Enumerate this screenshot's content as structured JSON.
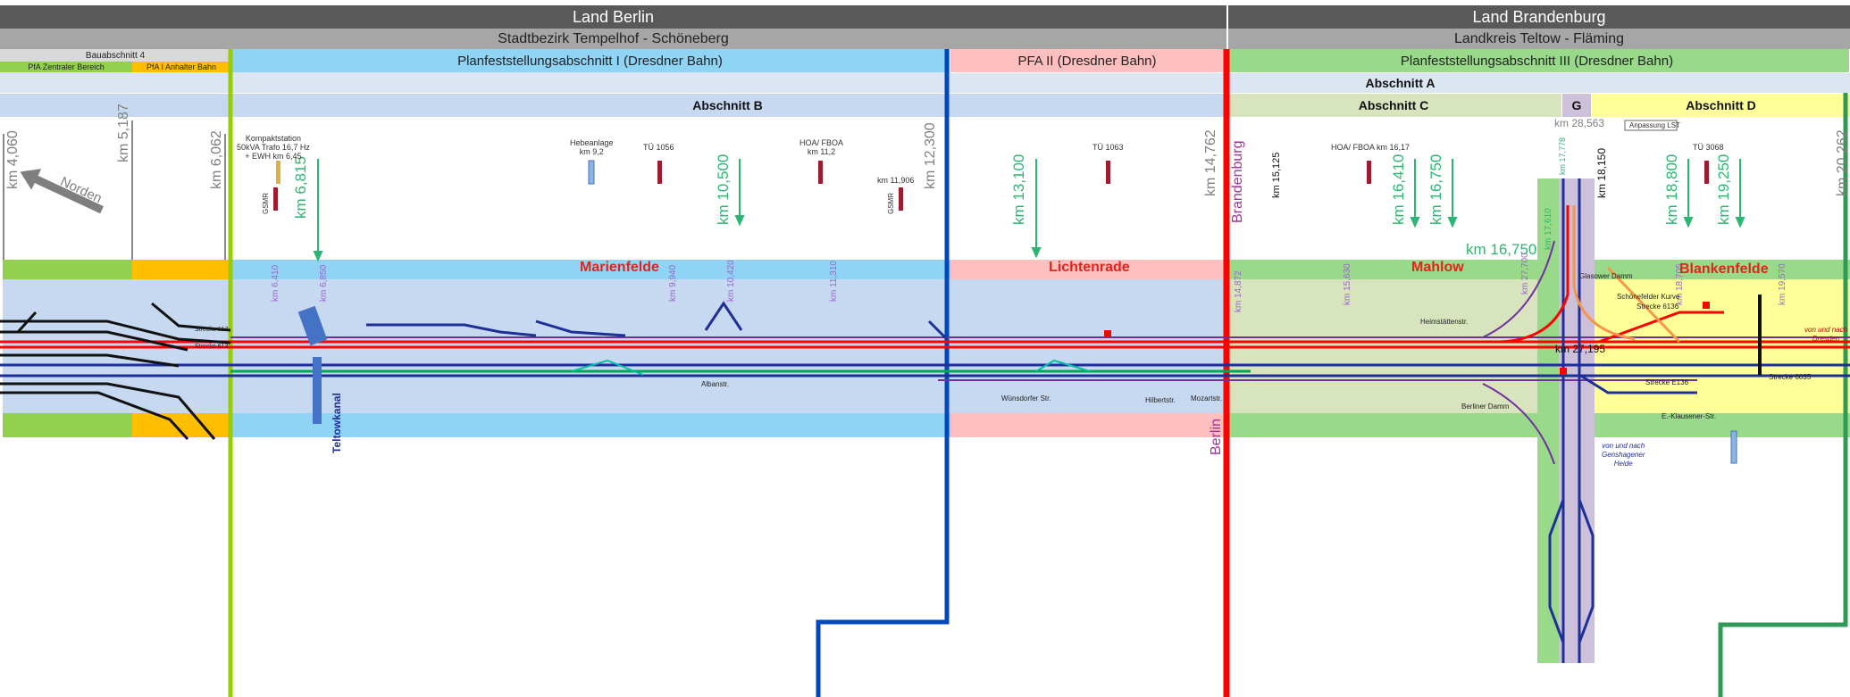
{
  "header": {
    "state_left": "Land Berlin",
    "state_right": "Land Brandenburg",
    "district_left": "Stadtbezirk Tempelhof - Schöneberg",
    "district_right": "Landkreis Teltow - Fläming"
  },
  "pfa": {
    "bauabschnitt": "Bauabschnitt 4",
    "pfa_zentraler": "PfA Zentraler Bereich",
    "pfa_anhalter": "PfA I Anhalter Bahn",
    "pfa1": "Planfeststellungsabschnitt I (Dresdner Bahn)",
    "pfa2": "PFA II (Dresdner Bahn)",
    "pfa3": "Planfeststellungsabschnitt III (Dresdner Bahn)"
  },
  "sections": {
    "a": "Abschnitt A",
    "b": "Abschnitt B",
    "c": "Abschnitt C",
    "g": "G",
    "d": "Abschnitt D"
  },
  "km_grey": {
    "k4060": "km 4,060",
    "k5187": "km 5,187",
    "k6062": "km 6,062",
    "k12300": "km 12,300",
    "k14762": "km 14,762",
    "k28563": "km 28,563",
    "k20262": "km 20,262"
  },
  "km_green": {
    "k6815": "km 6,815",
    "k10500": "km 10,500",
    "k13100": "km 13,100",
    "k16410": "km 16,410",
    "k16750": "km 16,750",
    "k16750h": "km 16,750",
    "k18800": "km 18,800",
    "k19250": "km 19,250",
    "k17778": "km 17,778",
    "k17610": "km 17,610"
  },
  "km_purple": {
    "k6410": "km 6,410",
    "k6850": "km 6,850",
    "k9940": "km 9,940",
    "k10420": "km 10,420",
    "k11310": "km 11,310",
    "k14872": "km 14,872",
    "k15630": "km 15,630",
    "k27700": "km 27,700",
    "k18705": "km 18,705",
    "k19570": "km 19,570"
  },
  "km_black": {
    "k15125": "km 15,125",
    "k18150": "km 18,150",
    "k27195": "km 27,195",
    "k11906": "km 11,906"
  },
  "notes": {
    "kompakt": "Kompaktstation\n50kVA Trafo 16,7 Hz\n+ EWH km 6,45",
    "hebeanlage": "Hebeanlage\nkm 9,2",
    "tu1056": "TÜ 1056",
    "hoa1": "HOA/ FBOA\nkm 11,2",
    "tu1063": "TÜ 1063",
    "hoa2": "HOA/ FBOA km 16,17",
    "tu3068": "TÜ 3068",
    "anpassung": "Anpassung LST",
    "gsmr": "GSMR",
    "norden": "Norden"
  },
  "places": {
    "marienfelde": "Marienfelde",
    "lichtenrade": "Lichtenrade",
    "mahlow": "Mahlow",
    "blankenfelde": "Blankenfelde",
    "brandenburg": "Brandenburg",
    "berlin": "Berlin",
    "teltowkanal": "Teltowkanal"
  },
  "streets": {
    "wuensdorfer": "Wünsdorfer Str.",
    "hilbertstr": "Hilbertstr.",
    "mozartstr": "Mozartstr.",
    "berliner_damm": "Berliner Damm",
    "e_klausener": "E.-Klausener-Str.",
    "heimstaetten": "Heimstättenstr.",
    "schoenefelder": "Schönefelder Kurve",
    "glasower": "Glasower Damm",
    "albanstr": "Albanstr."
  },
  "lines": {
    "s6136a": "Strecke 6136",
    "s6136b": "Strecke E136",
    "s6035": "Strecke 6035",
    "s617": "Strecke 617",
    "s613": "Strecke 613",
    "dresden": "von und nach\nDresden",
    "genshagener": "von und nach\nGenshagener\nHeide"
  },
  "colors": {
    "band_dark": "#595959",
    "band_grey": "#a6a6a6",
    "pfa1_blue": "#8fd3f5",
    "pfa2_pink": "#ffbfbf",
    "pfa3_green": "#99d98a",
    "orange": "#ffbf00",
    "section_blue": "#c6d9f1",
    "section_c": "#d7e4bd",
    "section_d": "#ffff99",
    "red_line": "#ff0000",
    "blue_line": "#0047bb",
    "lime_line": "#99cc00",
    "station_red": "#e1251b"
  }
}
